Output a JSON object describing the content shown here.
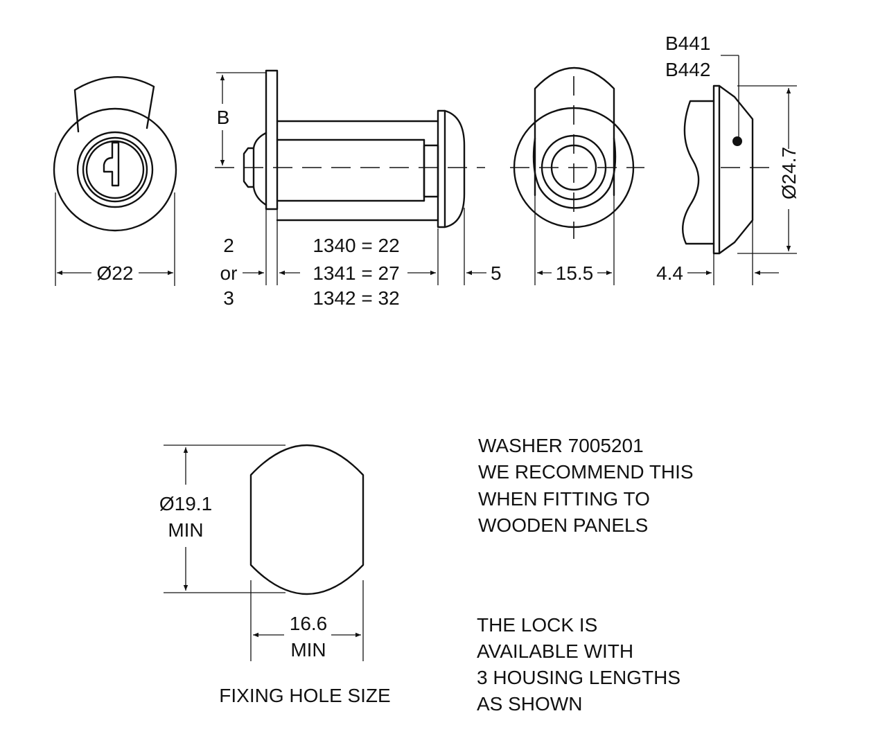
{
  "front_view": {
    "dia_label": "Ø22"
  },
  "side_view": {
    "b_label": "B",
    "flange_options": [
      "2",
      "or",
      "3"
    ],
    "housing_lengths": [
      "1340 = 22",
      "1341 = 27",
      "1342 = 32"
    ],
    "tail_label": "5"
  },
  "rear_view": {
    "width_label": "15.5"
  },
  "washer_view": {
    "part_numbers": [
      "B441",
      "B442"
    ],
    "dia_label": "Ø24.7",
    "thickness_label": "4.4"
  },
  "fixing_hole": {
    "height_lines": [
      "Ø19.1",
      "MIN"
    ],
    "width_lines": [
      "16.6",
      "MIN"
    ],
    "caption": "FIXING HOLE SIZE"
  },
  "notes": {
    "washer": [
      "WASHER 7005201",
      "WE RECOMMEND THIS",
      "WHEN FITTING TO",
      "WOODEN PANELS"
    ],
    "housing": [
      "THE LOCK IS",
      "AVAILABLE WITH",
      "3 HOUSING LENGTHS",
      "AS SHOWN"
    ]
  }
}
